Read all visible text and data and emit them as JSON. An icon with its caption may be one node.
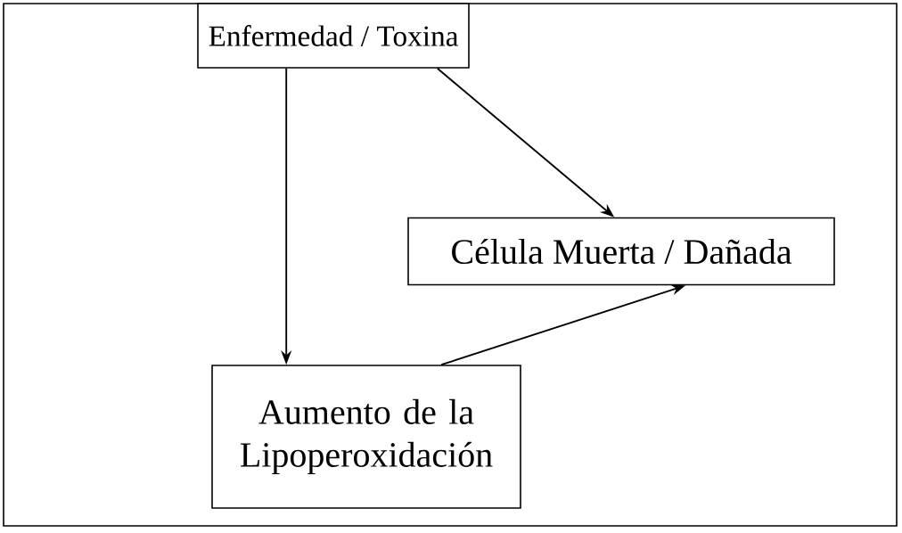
{
  "diagram": {
    "nodes": [
      {
        "text": [
          "Enfermedad / Toxina"
        ]
      },
      {
        "text": [
          "Célula Muerta / Dañada"
        ]
      },
      {
        "text": [
          "Aumento de la Lipoperoxidación"
        ]
      }
    ],
    "edges": [
      {
        "from": 0,
        "to": 2,
        "arrow": "to"
      },
      {
        "from": 0,
        "to": 1,
        "arrow": "to"
      },
      {
        "from": 2,
        "to": 1,
        "arrow": "to"
      }
    ]
  }
}
